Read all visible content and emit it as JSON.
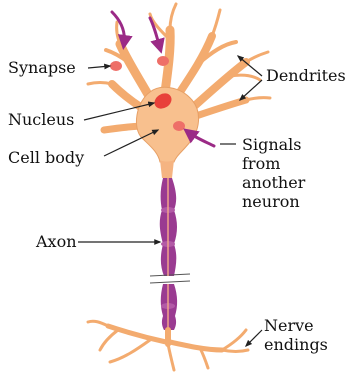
{
  "labels": {
    "synapse": "Synapse",
    "dendrites": "Dendrites",
    "nucleus": "Nucleus",
    "cell_body": "Cell body",
    "signals_1": "Signals",
    "signals_2": "from",
    "signals_3": "another",
    "signals_4": "neuron",
    "axon": "Axon",
    "nerve_1": "Nerve",
    "nerve_2": "endings"
  },
  "colors": {
    "cell_fill": "#f8c08e",
    "cell_stroke": "#e7a066",
    "axon_fill": "#9a3b91",
    "axon_core": "#f1a28a",
    "nucleus_fill": "#e8413a",
    "synapse_fill": "#ee6f68",
    "arrow": "#9b2a86",
    "leader": "#222222"
  }
}
